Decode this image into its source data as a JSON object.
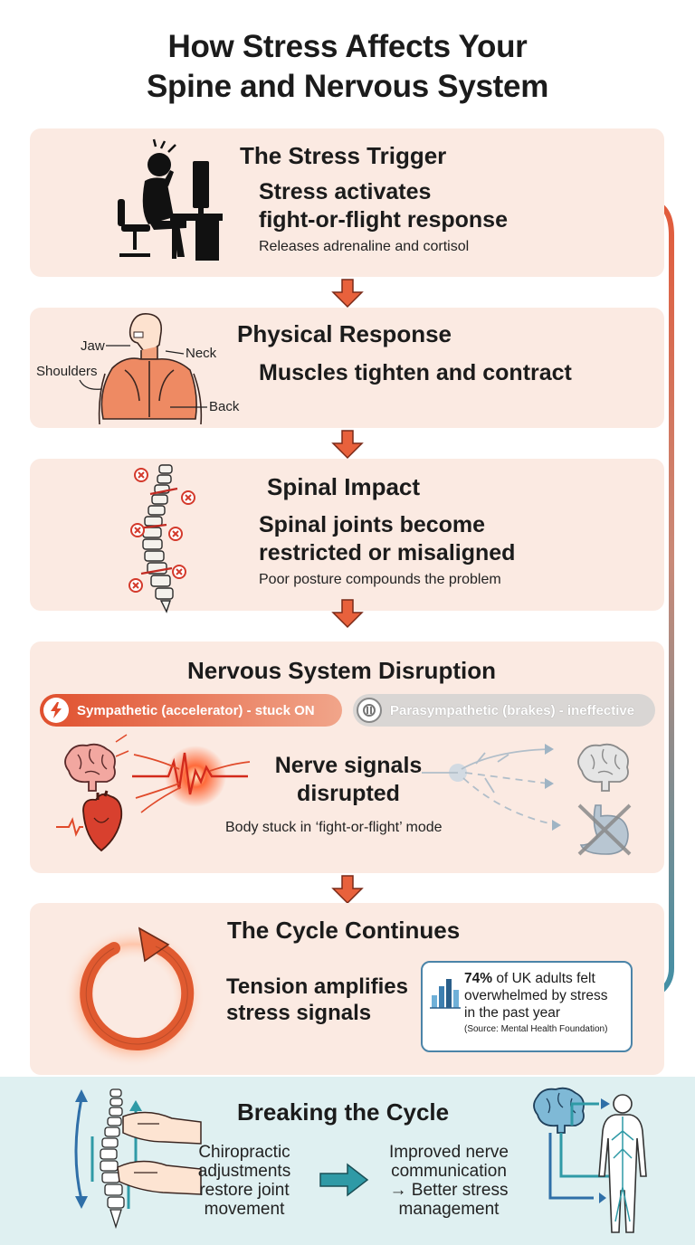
{
  "title": {
    "line1": "How Stress Affects Your",
    "line2": "Spine and Nervous System"
  },
  "steps": {
    "trigger": {
      "heading": "The Stress Trigger",
      "lead_line1": "Stress activates",
      "lead_line2": "fight-or-flight response",
      "sub": "Releases adrenaline and cortisol",
      "icon": "stressed-person-at-desk-icon"
    },
    "physical": {
      "heading": "Physical Response",
      "lead": "Muscles tighten and contract",
      "labels": {
        "jaw": "Jaw",
        "neck": "Neck",
        "shoulders": "Shoulders",
        "back": "Back"
      },
      "icon": "upper-body-muscles-icon"
    },
    "spinal": {
      "heading": "Spinal Impact",
      "lead_line1": "Spinal joints become",
      "lead_line2": "restricted or misaligned",
      "sub": "Poor posture compounds the problem",
      "icon": "spine-with-restrictions-icon"
    },
    "nervous": {
      "heading": "Nervous System Disruption",
      "sympathetic": "Sympathetic (accelerator) - stuck ON",
      "parasympathetic": "Parasympathetic (brakes) - ineffective",
      "lead_line1": "Nerve signals",
      "lead_line2": "disrupted",
      "sub": "Body stuck in ‘fight-or-flight’ mode",
      "icons": [
        "brain-icon",
        "heart-icon",
        "nerve-burst-icon",
        "stomach-icon"
      ]
    },
    "cycle": {
      "heading": "The Cycle Continues",
      "lead_line1": "Tension amplifies",
      "lead_line2": "stress signals",
      "stat": {
        "value": "74%",
        "line1_rest": " of UK adults felt",
        "line2": "overwhelmed by stress",
        "line3": "in the past year",
        "source": "(Source: Mental Health Foundation)"
      },
      "icon": "cycle-arrow-icon"
    }
  },
  "breaking": {
    "heading": "Breaking the Cycle",
    "left_line1": "Chiropractic",
    "left_line2": "adjustments",
    "left_line3": "restore joint",
    "left_line4": "movement",
    "right_line1": "Improved nerve",
    "right_line2": "communication",
    "right_line3": "→ Better stress",
    "right_line4": "management",
    "icons": [
      "chiropractic-adjustment-icon",
      "arrow-right-icon",
      "brain-body-nerves-icon"
    ]
  },
  "colors": {
    "card_bg": "#fbeae2",
    "accent_red": "#e04a2a",
    "arrow_orange": "#e8613c",
    "teal": "#2f9aa6",
    "blue": "#3d7fb0",
    "breaking_bg": "#dff0f1"
  }
}
